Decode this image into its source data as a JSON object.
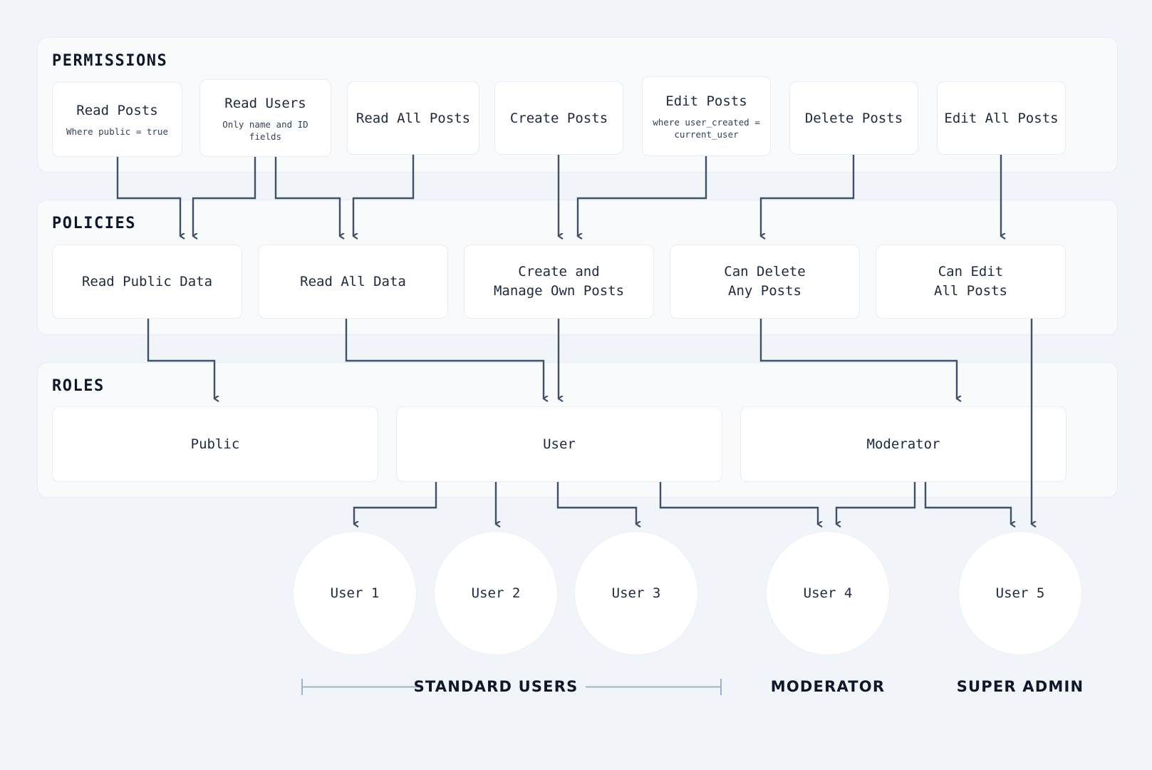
{
  "theme": {
    "page_bg": "#f1f5f9",
    "section_bg": "#f8fafc",
    "node_bg": "#ffffff",
    "wire": "#3f5068",
    "bracket": "#9bb3cc",
    "text": "#1e293b"
  },
  "sections": [
    {
      "id": "permissions",
      "title": "PERMISSIONS"
    },
    {
      "id": "policies",
      "title": "POLICIES"
    },
    {
      "id": "roles",
      "title": "ROLES"
    }
  ],
  "permissions": [
    {
      "title": "Read Posts",
      "sub": "Where public = true"
    },
    {
      "title": "Read Users",
      "sub": "Only name and ID fields"
    },
    {
      "title": "Read All Posts",
      "sub": ""
    },
    {
      "title": "Create Posts",
      "sub": ""
    },
    {
      "title": "Edit Posts",
      "sub": "where user_created =\ncurrent_user"
    },
    {
      "title": "Delete Posts",
      "sub": ""
    },
    {
      "title": "Edit All Posts",
      "sub": ""
    }
  ],
  "policies": [
    {
      "title": "Read Public Data"
    },
    {
      "title": "Read All Data"
    },
    {
      "title": "Create and\nManage Own Posts"
    },
    {
      "title": "Can Delete\nAny Posts"
    },
    {
      "title": "Can Edit\nAll Posts"
    }
  ],
  "roles": [
    {
      "title": "Public"
    },
    {
      "title": "User"
    },
    {
      "title": "Moderator"
    }
  ],
  "users": [
    {
      "label": "User 1"
    },
    {
      "label": "User 2"
    },
    {
      "label": "User 3"
    },
    {
      "label": "User 4"
    },
    {
      "label": "User 5"
    }
  ],
  "group_labels": [
    {
      "text": "STANDARD USERS"
    },
    {
      "text": "MODERATOR"
    },
    {
      "text": "SUPER ADMIN"
    }
  ]
}
